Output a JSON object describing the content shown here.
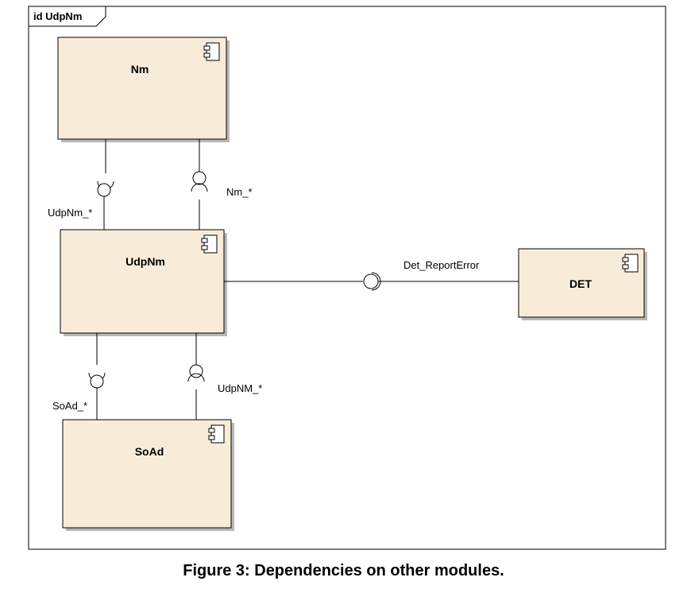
{
  "diagram": {
    "frame_label": "id UdpNm",
    "components": {
      "nm": "Nm",
      "udpnm": "UdpNm",
      "det": "DET",
      "soad": "SoAd"
    },
    "interfaces": {
      "nm_to_udpnm_required": "UdpNm_*",
      "udpnm_to_nm_provided": "Nm_*",
      "det_report_error": "Det_ReportError",
      "soad_required": "SoAd_*",
      "udpnm_provided_to_soad": "UdpNM_*"
    },
    "colors": {
      "component_fill": "#f8ecd8",
      "stroke": "#000000",
      "shadow": "#b8b8b8"
    }
  },
  "caption": "Figure 3: Dependencies on other modules."
}
